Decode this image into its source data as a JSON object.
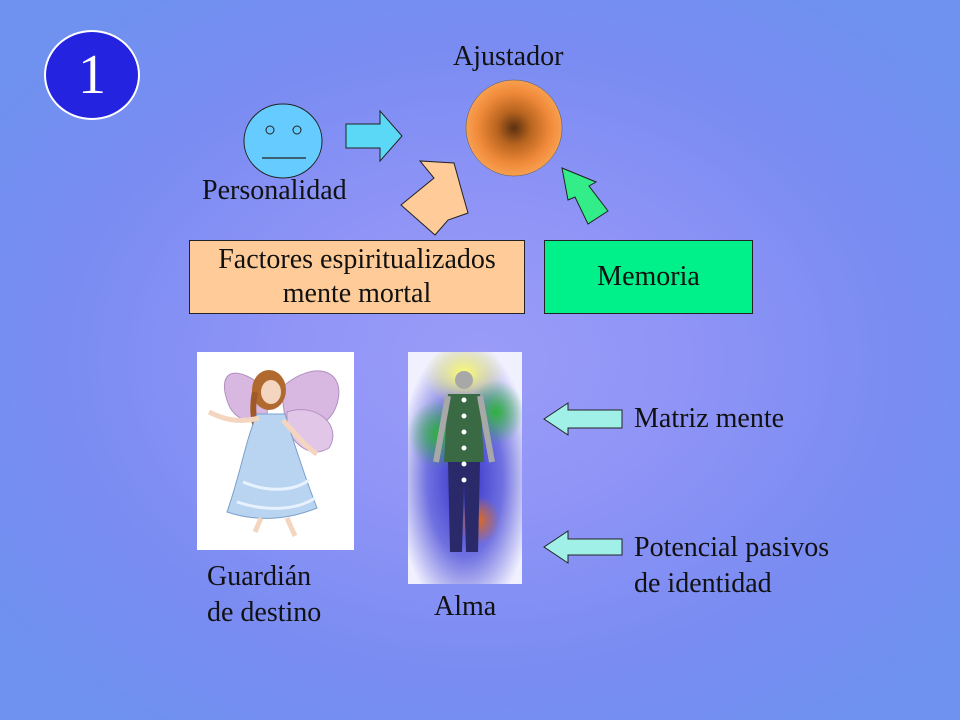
{
  "slide_number": "1",
  "labels": {
    "ajustador": "Ajustador",
    "personalidad": "Personalidad",
    "factores_line1": "Factores espiritualizados",
    "factores_line2": "mente mortal",
    "memoria": "Memoria",
    "matriz_mente": "Matriz mente",
    "potencial_line1": "Potencial pasivos",
    "potencial_line2": "de identidad",
    "guardian_line1": "Guardián",
    "guardian_line2": "de destino",
    "alma": "Alma"
  },
  "colors": {
    "slide_number_circle": "#2424e0",
    "face": "#66ccff",
    "ajustador_outer": "#f79845",
    "ajustador_core": "#5a3010",
    "factores_box": "#ffcc99",
    "memoria_box": "#00f08a",
    "arrow_blue": "#5bd8f5",
    "arrow_peach": "#ffcc99",
    "arrow_green": "#33ee88",
    "arrow_pale": "#a0f0e8"
  },
  "icons": [
    "smiley-face-icon",
    "ajustador-sun-icon",
    "angel-picture",
    "soul-aura-picture"
  ]
}
